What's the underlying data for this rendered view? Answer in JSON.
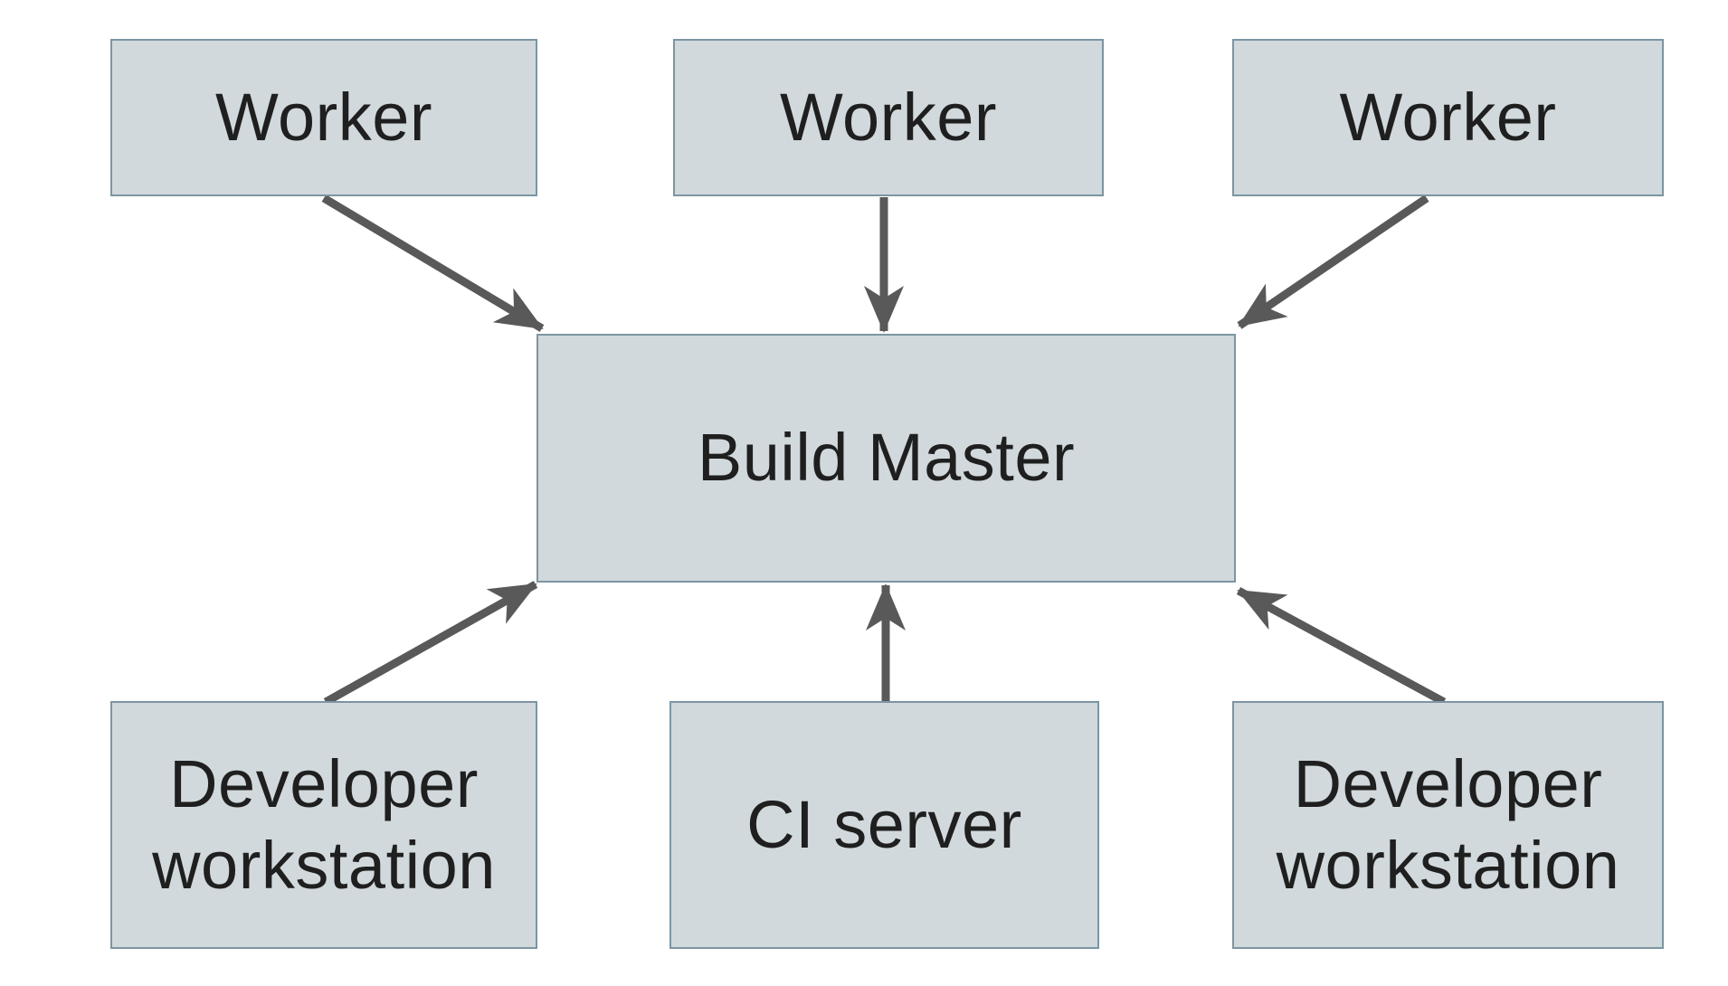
{
  "diagram": {
    "title": "",
    "nodes": [
      {
        "id": "worker-1",
        "label": "Worker"
      },
      {
        "id": "worker-2",
        "label": "Worker"
      },
      {
        "id": "worker-3",
        "label": "Worker"
      },
      {
        "id": "build-master",
        "label": "Build Master"
      },
      {
        "id": "developer-workstation-1",
        "label": "Developer workstation"
      },
      {
        "id": "ci-server",
        "label": "CI server"
      },
      {
        "id": "developer-workstation-2",
        "label": "Developer workstation"
      }
    ],
    "edges": [
      {
        "from": "worker-1",
        "to": "build-master"
      },
      {
        "from": "worker-2",
        "to": "build-master"
      },
      {
        "from": "worker-3",
        "to": "build-master"
      },
      {
        "from": "developer-workstation-1",
        "to": "build-master"
      },
      {
        "from": "ci-server",
        "to": "build-master"
      },
      {
        "from": "developer-workstation-2",
        "to": "build-master"
      }
    ],
    "colors": {
      "node_fill": "#d1d9dc",
      "node_border": "#7c95a2",
      "arrow": "#595959",
      "text": "#1f1f1f",
      "background": "#ffffff"
    }
  }
}
